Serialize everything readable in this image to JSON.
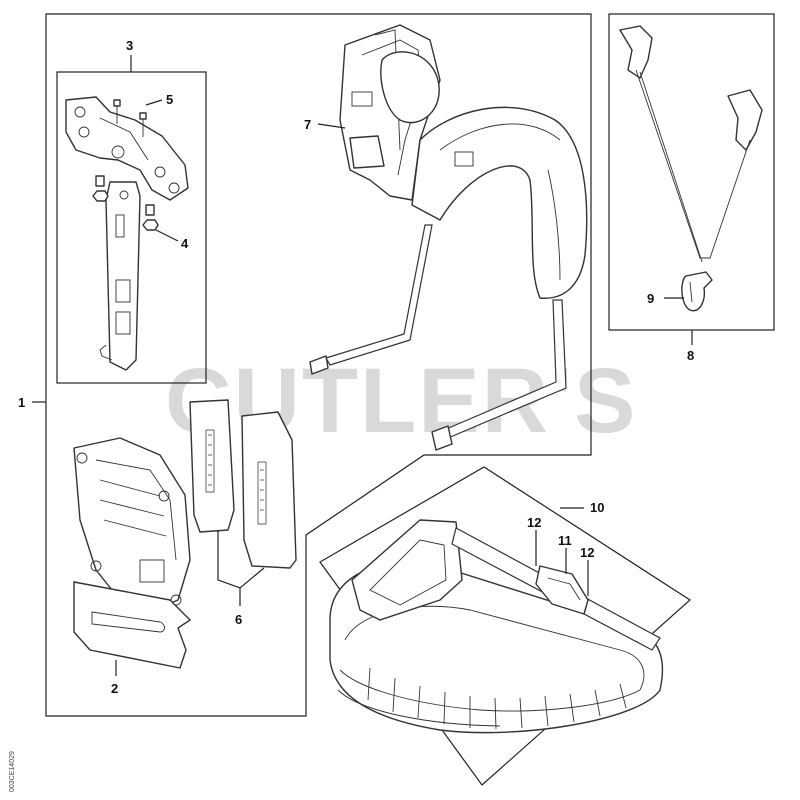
{
  "watermark": "CUTLER'S",
  "drawing_code": "003CE14029",
  "callouts": {
    "c1": "1",
    "c2": "2",
    "c3": "3",
    "c4": "4",
    "c5": "5",
    "c6": "6",
    "c7": "7",
    "c8": "8",
    "c9": "9",
    "c10": "10",
    "c11": "11",
    "c12a": "12",
    "c12b": "12"
  }
}
